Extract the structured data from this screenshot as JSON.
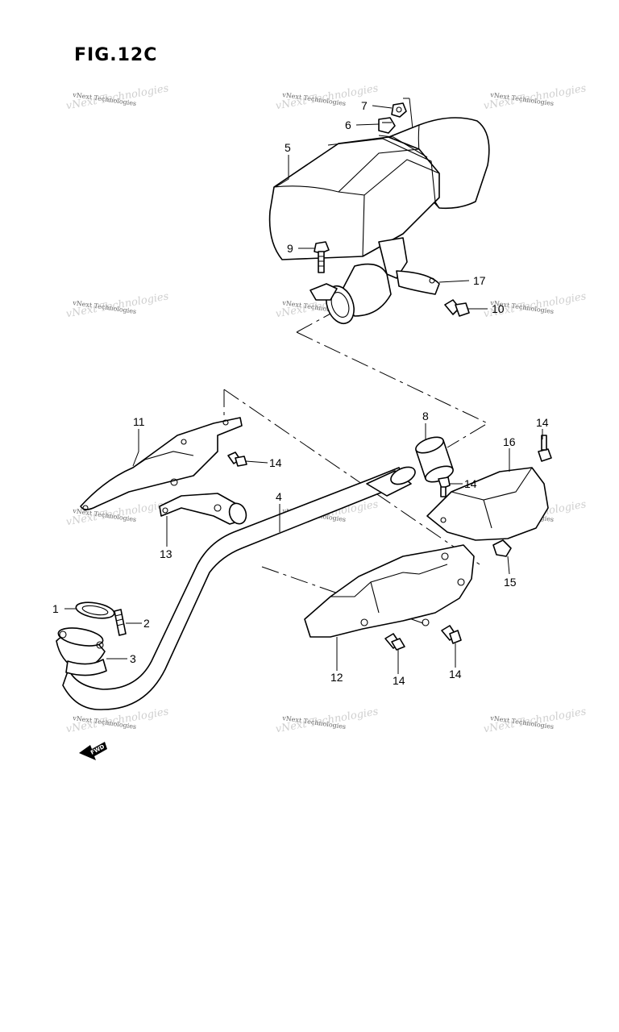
{
  "figure_title": "FIG.12C",
  "watermark": "vNext Technologies",
  "fwd_label": "FWD",
  "callouts": [
    "7",
    "6",
    "5",
    "9",
    "17",
    "10",
    "8",
    "11",
    "14",
    "14",
    "16",
    "14",
    "4",
    "13",
    "15",
    "1",
    "2",
    "3",
    "12",
    "14",
    "14"
  ]
}
